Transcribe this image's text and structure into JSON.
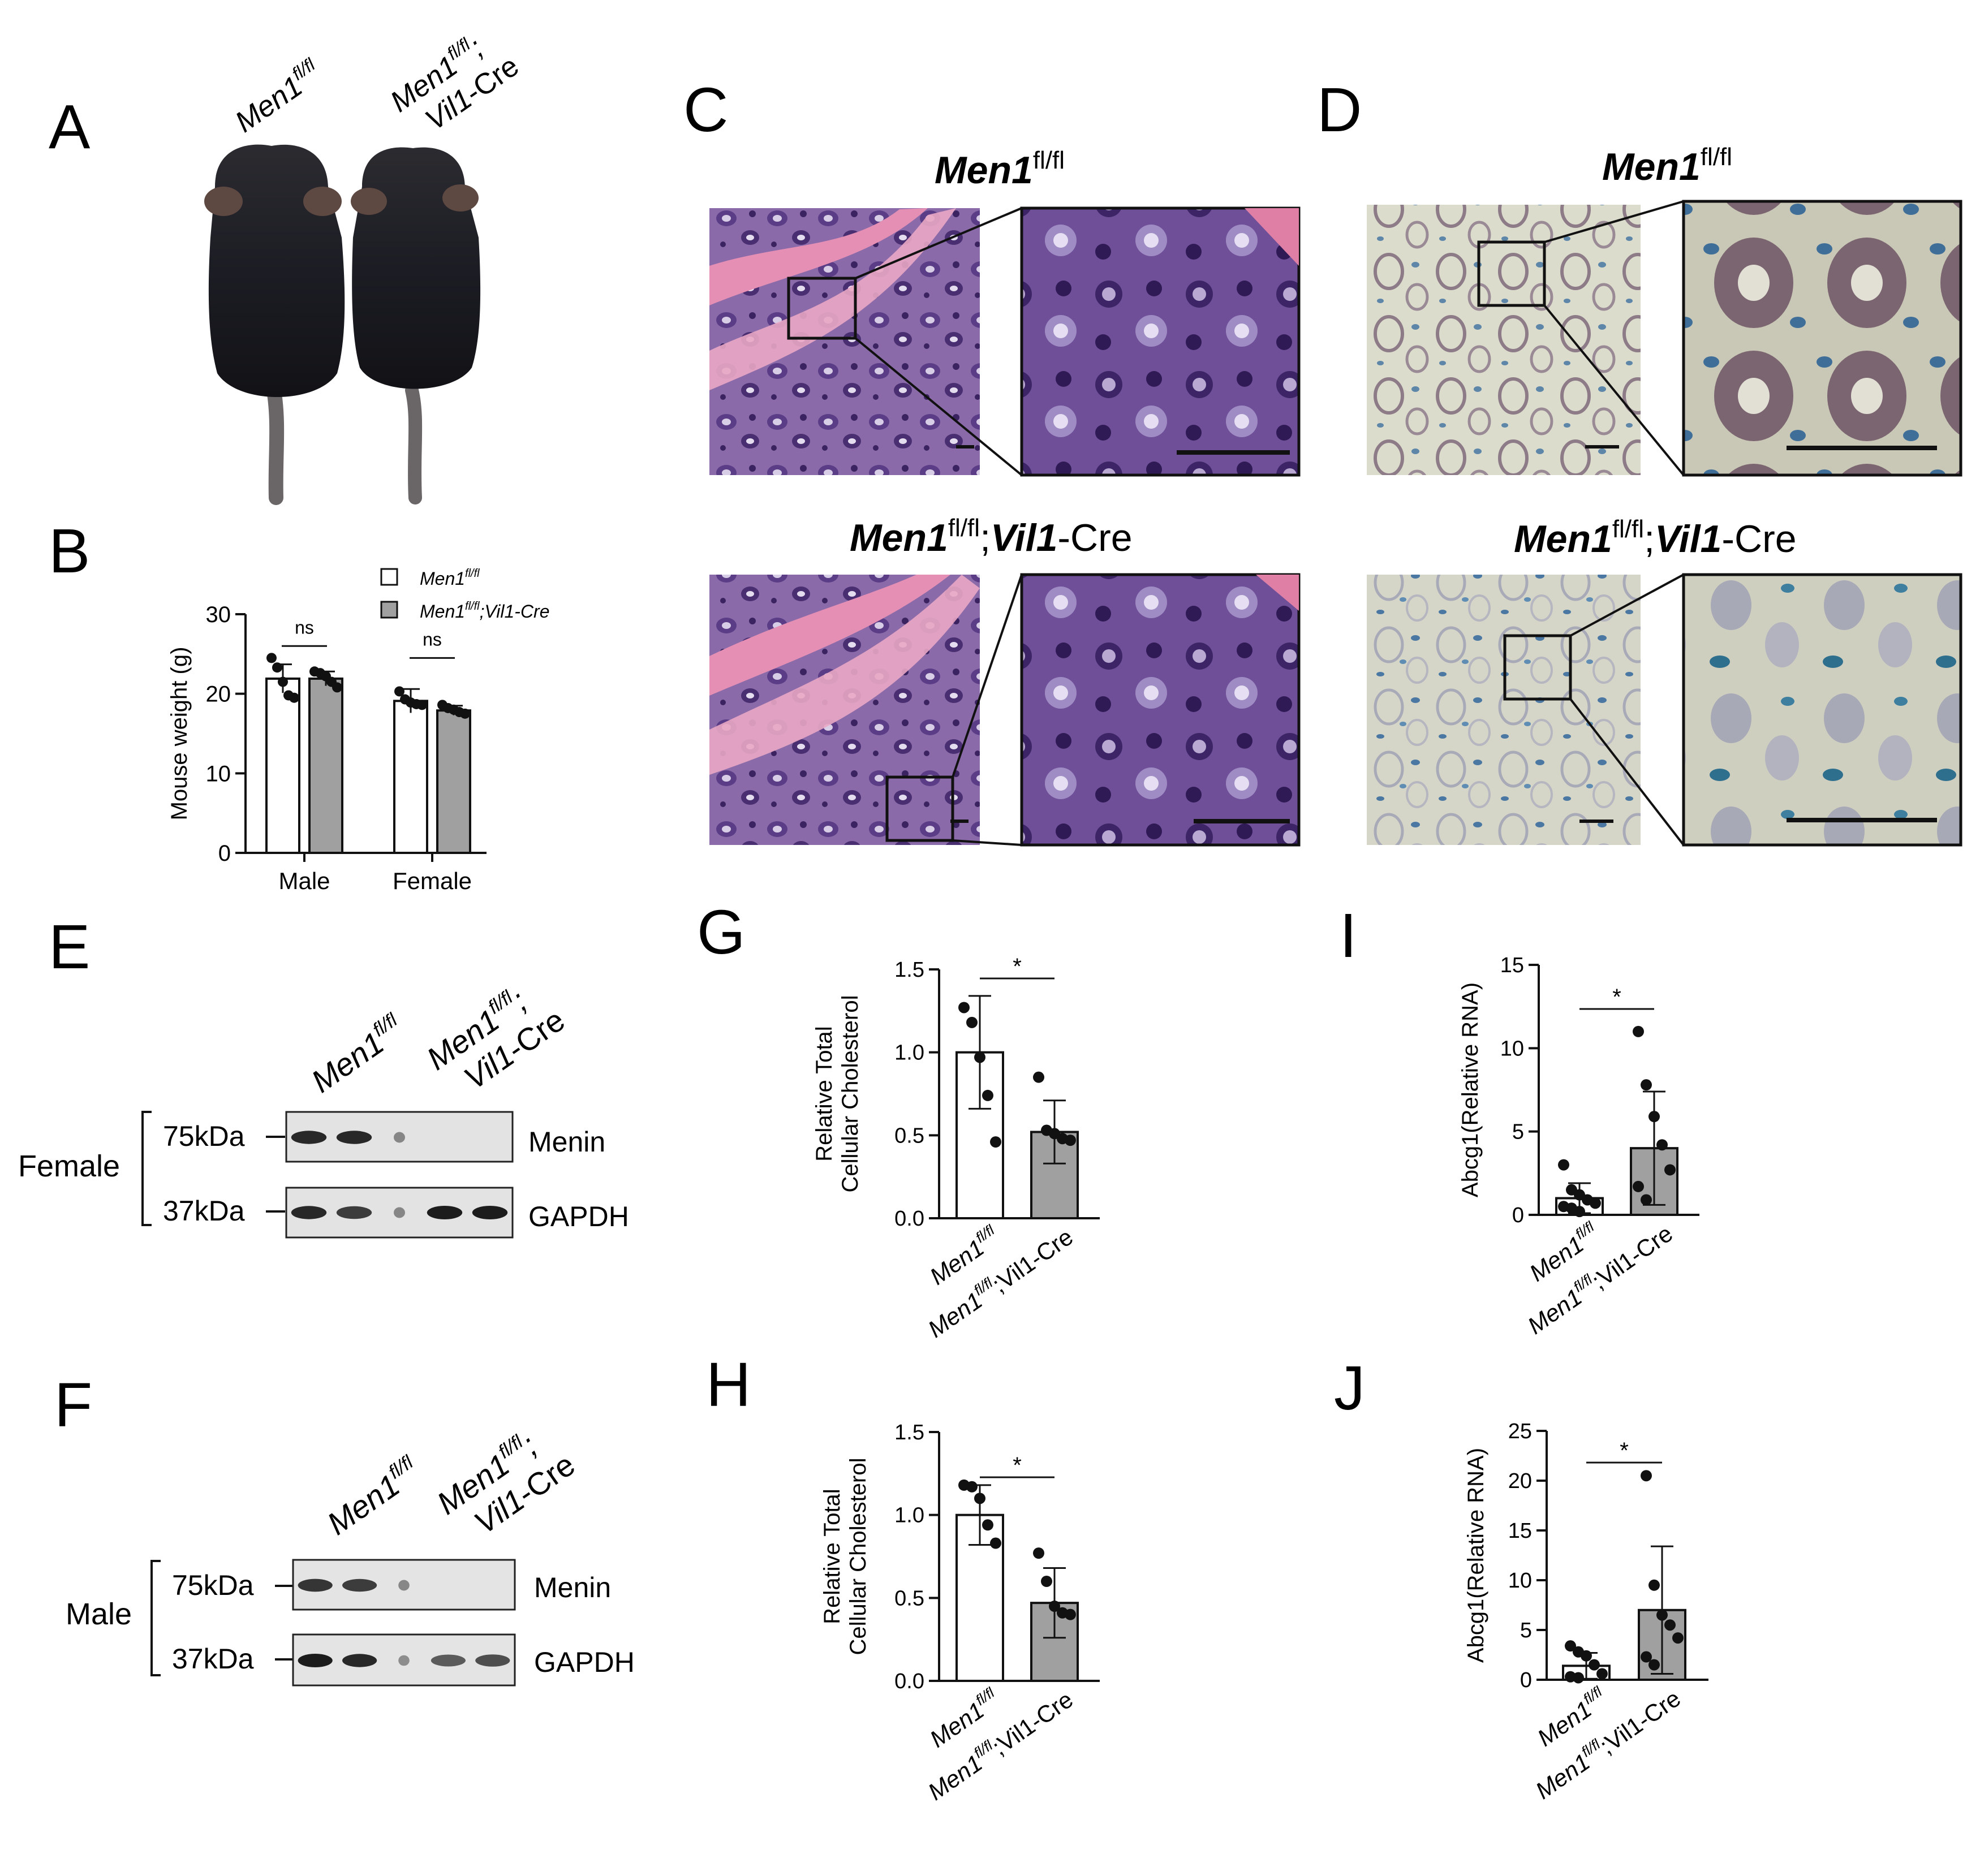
{
  "panel_letters": [
    "A",
    "B",
    "C",
    "D",
    "E",
    "F",
    "G",
    "H",
    "I",
    "J"
  ],
  "genotype": {
    "men1": "Men1",
    "fl_sup": "fl/fl",
    "vil": "Vil1",
    "cre": "-Cre",
    "cre_italic": "Cre",
    "semicolon": ";",
    "comma_sup": "fl/fl",
    "men1_full": "Men1",
    "cre_dash": "-Cre"
  },
  "western": {
    "E": {
      "group": "Female",
      "rows": [
        {
          "marker": "75kDa",
          "protein": "Menin"
        },
        {
          "marker": "37kDa",
          "protein": "GAPDH"
        }
      ]
    },
    "F": {
      "group": "Male",
      "rows": [
        {
          "marker": "75kDa",
          "protein": "Menin"
        },
        {
          "marker": "37kDa",
          "protein": "GAPDH"
        }
      ]
    },
    "band_levels_E": {
      "menin": [
        0.9,
        0.9,
        0.15,
        0,
        0
      ],
      "gapdh": [
        0.9,
        0.75,
        0.15,
        1,
        1
      ]
    },
    "band_levels_F": {
      "menin": [
        0.8,
        0.75,
        0.15,
        0,
        0
      ],
      "gapdh": [
        1,
        0.9,
        0.1,
        0.5,
        0.6
      ]
    }
  },
  "colors": {
    "bar_control": "#ffffff",
    "bar_ko": "#a0a0a0",
    "he_pink": "#d9789f",
    "he_purple": "#5b3c86",
    "ihc_bg": "#d8d6c6",
    "ihc_blue": "#4f7fa7",
    "ihc_brown": "#6e5360"
  },
  "chart_data": [
    {
      "panel": "B",
      "type": "bar",
      "categories": [
        "Male",
        "Female"
      ],
      "series": [
        {
          "name": "Men1 fl/fl",
          "values": [
            21.9,
            19.1
          ],
          "sd": [
            1.8,
            1.5
          ],
          "points": [
            [
              24.5,
              23.3,
              21.5,
              19.8,
              19.5
            ],
            [
              20.3,
              19.3,
              18.9,
              18.7,
              18.6
            ]
          ]
        },
        {
          "name": "Men1 fl/fl;Vil1-Cre",
          "values": [
            21.9,
            17.9
          ],
          "sd": [
            0.9,
            0.6
          ],
          "points": [
            [
              22.8,
              22.6,
              22.2,
              21.5,
              20.8
            ],
            [
              18.6,
              18.2,
              18.0,
              17.7,
              17.5
            ]
          ]
        }
      ],
      "ylabel": "Mouse weight (g)",
      "ylim": [
        0,
        30
      ],
      "yticks": [
        0,
        10,
        20,
        30
      ],
      "annotations": [
        "ns",
        "ns"
      ],
      "legend_labels": [
        "Men1",
        "fl/fl",
        "Men1",
        "fl/fl",
        ";Vil1-Cre"
      ],
      "legend": "top-right"
    },
    {
      "panel": "G",
      "type": "bar",
      "categories": [
        "Men1 fl/fl",
        "Men1 fl/fl;Vil1-Cre"
      ],
      "values": [
        1.0,
        0.52
      ],
      "sd": [
        0.34,
        0.19
      ],
      "points": [
        [
          1.27,
          1.18,
          0.97,
          0.74,
          0.46
        ],
        [
          0.85,
          0.53,
          0.51,
          0.48,
          0.47
        ]
      ],
      "ylabel": [
        "Relative Total",
        "Cellular Cholesterol"
      ],
      "ylim": [
        0,
        1.5
      ],
      "yticks": [
        "0.0",
        "0.5",
        "1.0",
        "1.5"
      ],
      "annotations": [
        "*"
      ]
    },
    {
      "panel": "H",
      "type": "bar",
      "categories": [
        "Men1 fl/fl",
        "Men1 fl/fl;Vil1-Cre"
      ],
      "values": [
        1.0,
        0.47
      ],
      "sd": [
        0.18,
        0.21
      ],
      "points": [
        [
          1.18,
          1.17,
          1.1,
          0.94,
          0.83
        ],
        [
          0.77,
          0.6,
          0.45,
          0.41,
          0.4
        ]
      ],
      "ylabel": [
        "Relative Total",
        "Cellular Cholesterol"
      ],
      "ylim": [
        0,
        1.5
      ],
      "yticks": [
        "0.0",
        "0.5",
        "1.0",
        "1.5"
      ],
      "annotations": [
        "*"
      ]
    },
    {
      "panel": "I",
      "type": "bar",
      "categories": [
        "Men1 fl/fl",
        "Men1 fl/fl;Vil1-Cre"
      ],
      "values": [
        1.0,
        4.0
      ],
      "sd": [
        0.9,
        3.4
      ],
      "points": [
        [
          3.0,
          1.5,
          1.2,
          0.9,
          0.7,
          0.5,
          0.4,
          0.2
        ],
        [
          11.0,
          7.8,
          5.9,
          4.2,
          2.7,
          1.7,
          0.9
        ]
      ],
      "ylabel": "Abcg1(Relative RNA)",
      "ylim": [
        0,
        15
      ],
      "yticks": [
        0,
        5,
        10,
        15
      ],
      "annotations": [
        "*"
      ]
    },
    {
      "panel": "J",
      "type": "bar",
      "categories": [
        "Men1 fl/fl",
        "Men1 fl/fl;Vil1-Cre"
      ],
      "values": [
        1.4,
        7.0
      ],
      "sd": [
        1.3,
        6.4
      ],
      "points": [
        [
          3.4,
          2.8,
          2.4,
          1.5,
          0.6,
          0.3,
          0.2
        ],
        [
          20.5,
          9.5,
          6.5,
          5.5,
          4.2,
          2.3,
          1.5
        ]
      ],
      "ylabel": "Abcg1(Relative RNA)",
      "ylim": [
        0,
        25
      ],
      "yticks": [
        0,
        5,
        10,
        15,
        20,
        25
      ],
      "annotations": [
        "*"
      ]
    }
  ]
}
